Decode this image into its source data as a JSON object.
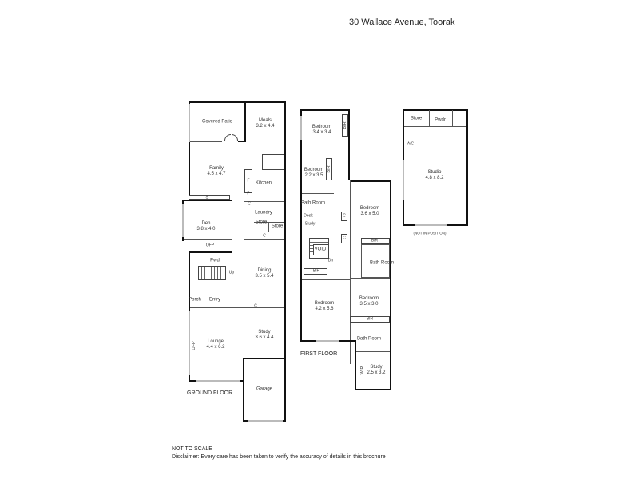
{
  "header": {
    "title": "30 Wallace Avenue, Toorak"
  },
  "ground_floor": {
    "label": "GROUND FLOOR",
    "rooms": [
      {
        "name": "Covered Patio",
        "dim": ""
      },
      {
        "name": "Meals",
        "dim": "3.2 x 4.4"
      },
      {
        "name": "Family",
        "dim": "4.5 x 4.7"
      },
      {
        "name": "Kitchen",
        "dim": ""
      },
      {
        "name": "Den",
        "dim": "3.8 x 4.0"
      },
      {
        "name": "Laundry",
        "dim": ""
      },
      {
        "name": "Store",
        "dim": ""
      },
      {
        "name": "Store",
        "dim": ""
      },
      {
        "name": "Dining",
        "dim": "3.5 x 5.4"
      },
      {
        "name": "Pwdr",
        "dim": ""
      },
      {
        "name": "Porch",
        "dim": ""
      },
      {
        "name": "Entry",
        "dim": ""
      },
      {
        "name": "Lounge",
        "dim": "4.4 x 6.2"
      },
      {
        "name": "Study",
        "dim": "3.6 x 4.4"
      },
      {
        "name": "Garage",
        "dim": ""
      }
    ],
    "fixtures": {
      "ofp": "OFP",
      "up": "Up",
      "s": "S",
      "c": "C",
      "f": "F",
      "p": "P"
    }
  },
  "first_floor": {
    "label": "FIRST FLOOR",
    "rooms": [
      {
        "name": "Bedroom",
        "dim": "3.4 x 3.4"
      },
      {
        "name": "Bedroom",
        "dim": "2.2 x 3.5"
      },
      {
        "name": "Bath Room",
        "dim": ""
      },
      {
        "name": "Desk Study",
        "dim": ""
      },
      {
        "name": "Bedroom",
        "dim": "3.6 x 5.0"
      },
      {
        "name": "VOID",
        "dim": ""
      },
      {
        "name": "Bath Room",
        "dim": ""
      },
      {
        "name": "Bedroom",
        "dim": "4.2 x 5.6"
      },
      {
        "name": "Bedroom",
        "dim": "3.5 x 3.0"
      },
      {
        "name": "Bath Room",
        "dim": ""
      },
      {
        "name": "Study",
        "dim": "2.5 x 3.2"
      }
    ],
    "fixtures": {
      "bir": "BIR",
      "wir": "WIR",
      "dn": "Dn",
      "c": "C",
      "desk": "Desk",
      "study": "Study"
    }
  },
  "studio": {
    "rooms": [
      {
        "name": "Store",
        "dim": ""
      },
      {
        "name": "Pwdr",
        "dim": ""
      },
      {
        "name": "Studio",
        "dim": "4.8 x 8.2"
      }
    ],
    "ac": "A/C",
    "note": "(NOT IN POSITION)"
  },
  "footer": {
    "scale_note": "NOT TO SCALE",
    "disclaimer": "Disclaimer: Every care has been taken to verify the accuracy of details in this brochure"
  }
}
